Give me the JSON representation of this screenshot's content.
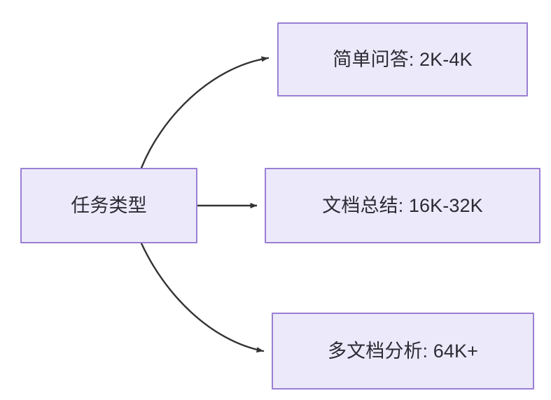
{
  "diagram": {
    "type": "flowchart",
    "direction": "left-to-right",
    "background_color": "#ffffff",
    "node_fill_color": "#ece9fb",
    "node_border_color": "#9a7fd4",
    "node_text_color": "#2b2b33",
    "edge_color": "#333333",
    "nodes": [
      {
        "id": "source",
        "label": "任务类型"
      },
      {
        "id": "simple",
        "label": "简单问答: 2K-4K"
      },
      {
        "id": "summary",
        "label": "文档总结: 16K-32K"
      },
      {
        "id": "multi",
        "label": "多文档分析: 64K+"
      }
    ],
    "edges": [
      {
        "from": "source",
        "to": "simple",
        "style": "curved",
        "arrow": "single"
      },
      {
        "from": "source",
        "to": "summary",
        "style": "straight",
        "arrow": "single"
      },
      {
        "from": "source",
        "to": "multi",
        "style": "curved",
        "arrow": "single"
      }
    ]
  }
}
